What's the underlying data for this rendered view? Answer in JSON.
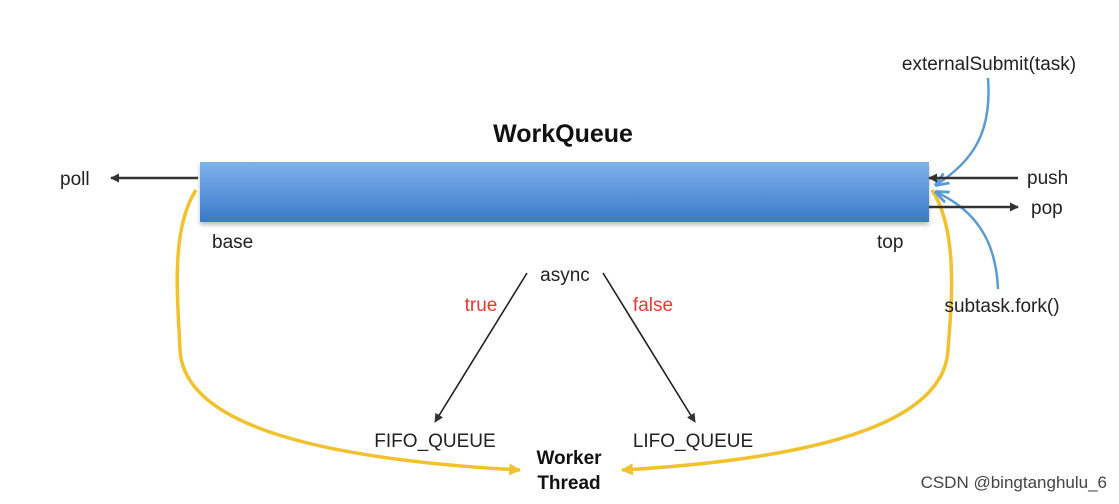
{
  "diagram": {
    "title": "WorkQueue",
    "left_labels": {
      "poll": "poll",
      "base": "base"
    },
    "right_labels": {
      "top": "top",
      "push": "push",
      "pop": "pop",
      "external_submit": "externalSubmit(task)",
      "subtask_fork": "subtask.fork()"
    },
    "decision": {
      "label": "async",
      "true_label": "true",
      "false_label": "false"
    },
    "queues": {
      "fifo": "FIFO_QUEUE",
      "lifo": "LIFO_QUEUE"
    },
    "worker": {
      "line1": "Worker",
      "line2": "Thread"
    }
  },
  "colors": {
    "queue_bar_top": "#7fb2ea",
    "queue_bar_bottom": "#3a79c9",
    "yellow_path": "#f2c12e",
    "blue_path": "#5b9bd5",
    "dark_arrow": "#333333",
    "red_text": "#e53935"
  },
  "watermark": "CSDN @bingtanghulu_6"
}
